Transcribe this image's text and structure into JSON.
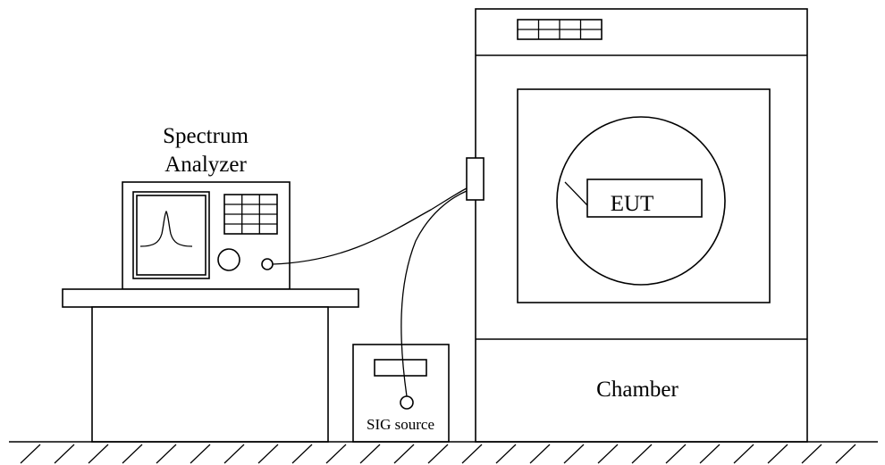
{
  "labels": {
    "analyzer_line1": "Spectrum",
    "analyzer_line2": "Analyzer",
    "eut": "EUT",
    "chamber": "Chamber",
    "sig_source": "SIG source"
  }
}
